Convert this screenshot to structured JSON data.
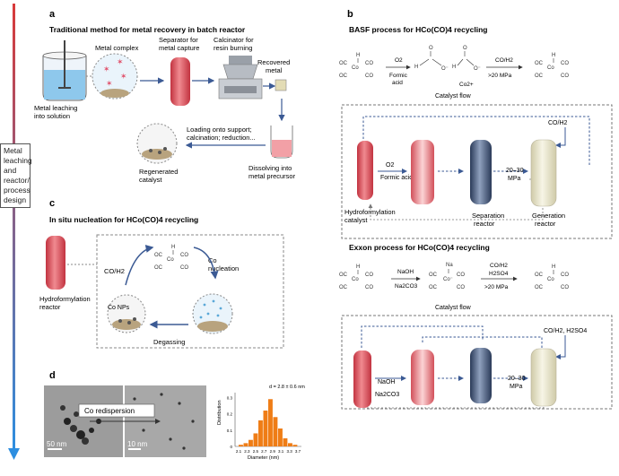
{
  "side_label": [
    "Metal",
    "leaching",
    "and",
    "reactor/",
    "process",
    "design"
  ],
  "panel_a": {
    "letter": "a",
    "title": "Traditional method for metal recovery in batch reactor",
    "metal_complex": "Metal complex",
    "metal_leaching": [
      "Metal leaching",
      "into solution"
    ],
    "separator": [
      "Separator for",
      "metal capture"
    ],
    "calcinator": [
      "Calcinator for",
      "resin burning"
    ],
    "recovered": [
      "Recovered",
      "metal"
    ],
    "loading": [
      "Loading onto support;",
      "calcination; reduction..."
    ],
    "dissolving": [
      "Dissolving into",
      "metal precursor"
    ],
    "regenerated": [
      "Regenerated",
      "catalyst"
    ]
  },
  "panel_b": {
    "letter": "b",
    "basf_title": "BASF process for HCo(CO)4 recycling",
    "o2": "O2",
    "formic_acid_small": [
      "Formic",
      "acid"
    ],
    "co_h2": "CO/H2",
    "pressure1": ">20 MPa",
    "co2plus": "Co2+",
    "catalyst_flow": "Catalyst flow",
    "co_h2_feed": "CO/H2",
    "formic_acid": "Formic acid",
    "o2_label": "O2",
    "pressure_20_30": [
      "20–30",
      "MPa"
    ],
    "hydroformylation_catalyst": [
      "Hydroformylation",
      "catalyst"
    ],
    "separation_reactor": [
      "Separation",
      "reactor"
    ],
    "generation_reactor": [
      "Generation",
      "reactor"
    ],
    "exxon_title": "Exxon process for HCo(CO)4 recycling",
    "naoh": "NaOH",
    "na2co3": "Na2CO3",
    "na": "Na",
    "h2so4": "H2SO4",
    "pressure2": ">20 MPa",
    "catalyst_flow2": "Catalyst flow",
    "co_h2_h2so4": "CO/H2, H2SO4",
    "naoh2": "NaOH",
    "na2co3_2": "Na2CO3",
    "pressure_20_30_2": [
      "20–30",
      "MPa"
    ]
  },
  "panel_c": {
    "letter": "c",
    "title": "In situ nucleation for HCo(CO)4 recycling",
    "reactor": [
      "Hydroformylation",
      "reactor"
    ],
    "co_h2": "CO/H2",
    "co_nucleation": [
      "Co",
      "nucleation"
    ],
    "co_nps": "Co NPs",
    "degassing": "Degassing"
  },
  "panel_d": {
    "letter": "d",
    "co_redispersion": "Co redispersion",
    "scale1": "50 nm",
    "scale2": "10 nm",
    "chart_title": "d = 2.8 ± 0.6 nm",
    "xlabel": "Diameter (nm)",
    "ylabel": "Distribution",
    "chart_data": {
      "type": "bar",
      "title": "d = 2.8 ± 0.6 nm",
      "xlabel": "Diameter (nm)",
      "ylabel": "Distribution",
      "categories": [
        "2.2",
        "2.3",
        "2.4",
        "2.5",
        "2.6",
        "2.7",
        "2.8",
        "2.9",
        "3.0",
        "3.1",
        "3.2",
        "3.3"
      ],
      "values": [
        0.01,
        0.02,
        0.04,
        0.08,
        0.16,
        0.22,
        0.29,
        0.18,
        0.11,
        0.05,
        0.02,
        0.01
      ],
      "x_ticks": [
        "2.1",
        "2.3",
        "2.5",
        "2.7",
        "2.9",
        "3.1",
        "3.3",
        "3.7"
      ],
      "y_ticks": [
        "0",
        "0.1",
        "0.2",
        "0.3"
      ],
      "ylim": [
        0,
        0.33
      ],
      "bar_color": "#ef7d16"
    }
  },
  "colors": {
    "red_reactor": "#d64550",
    "navy_reactor": "#3c4d6e",
    "cream_reactor": "#e8e4cc",
    "arrow_blue": "#3b5a94",
    "side_arrow_top": "#d93a3a",
    "side_arrow_bottom": "#2d8ee0"
  }
}
